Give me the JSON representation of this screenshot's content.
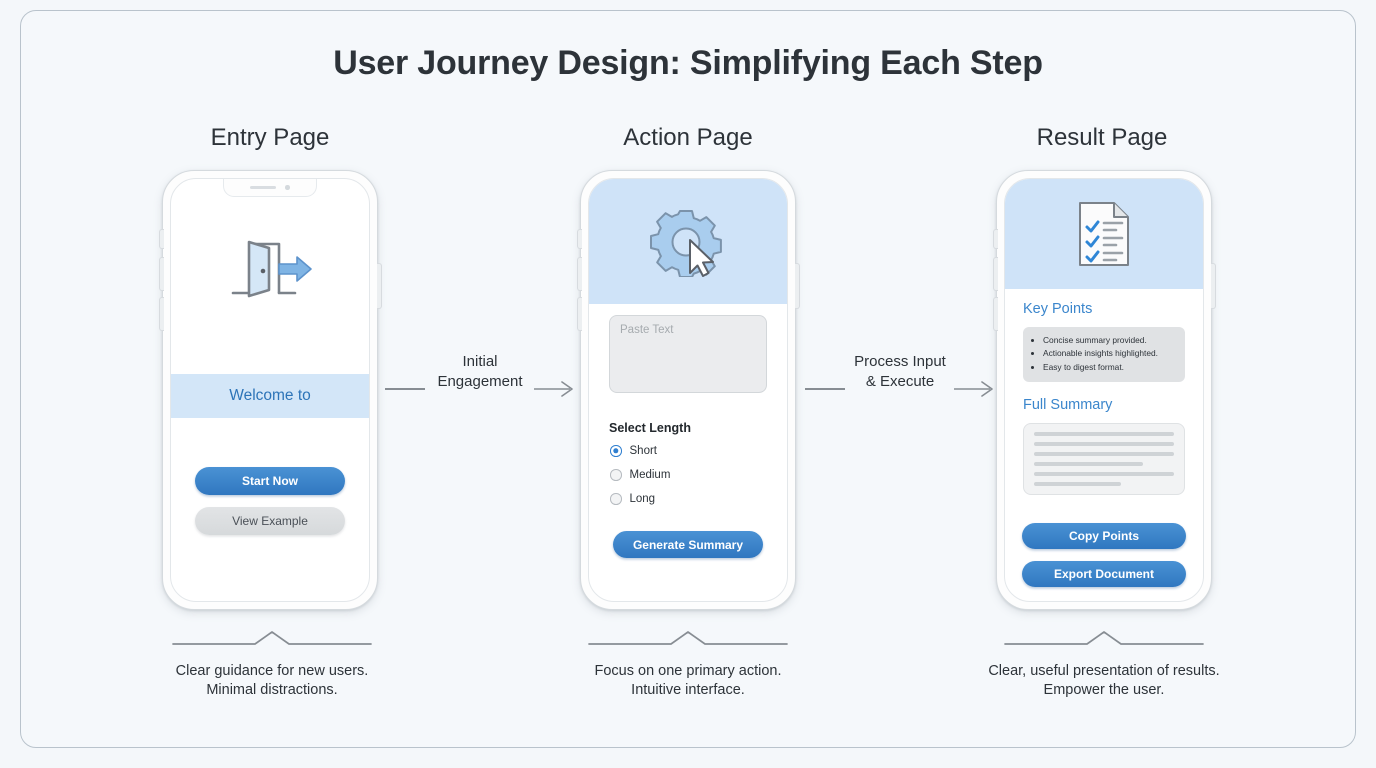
{
  "page": {
    "title": "User Journey Design: Simplifying Each Step",
    "background_color": "#f4f7fa",
    "accent_color": "#3b86cc",
    "primary_button_color": "#3077c0",
    "banner_color": "#d3e6f8"
  },
  "columns": [
    {
      "header": "Entry Page"
    },
    {
      "header": "Action Page"
    },
    {
      "header": "Result Page"
    }
  ],
  "phones": {
    "entry": {
      "hero_icon": "open-door-exit-icon",
      "banner_text": "Welcome to",
      "primary_button": "Start Now",
      "secondary_button": "View Example"
    },
    "action": {
      "hero_icon": "gear-cursor-icon",
      "textarea_placeholder": "Paste Text",
      "textarea_value": "",
      "group_label": "Select Length",
      "options": [
        {
          "label": "Short",
          "selected": true
        },
        {
          "label": "Medium",
          "selected": false
        },
        {
          "label": "Long",
          "selected": false
        }
      ],
      "primary_button": "Generate Summary"
    },
    "result": {
      "hero_icon": "document-checklist-icon",
      "key_points_title": "Key Points",
      "key_points": [
        "Concise summary provided.",
        "Actionable insights highlighted.",
        "Easy to digest format."
      ],
      "full_summary_title": "Full Summary",
      "summary_skeleton_widths": [
        "100%",
        "100%",
        "100%",
        "78%",
        "100%",
        "62%"
      ],
      "buttons": [
        "Copy Points",
        "Export Document"
      ]
    }
  },
  "connectors": [
    {
      "line1": "Initial",
      "line2": "Engagement"
    },
    {
      "line1": "Process Input",
      "line2": "& Execute"
    }
  ],
  "captions": [
    {
      "line1": "Clear guidance for new users.",
      "line2": "Minimal distractions."
    },
    {
      "line1": "Focus on one primary action.",
      "line2": "Intuitive interface."
    },
    {
      "line1": "Clear, useful presentation of results.",
      "line2": "Empower the user."
    }
  ]
}
